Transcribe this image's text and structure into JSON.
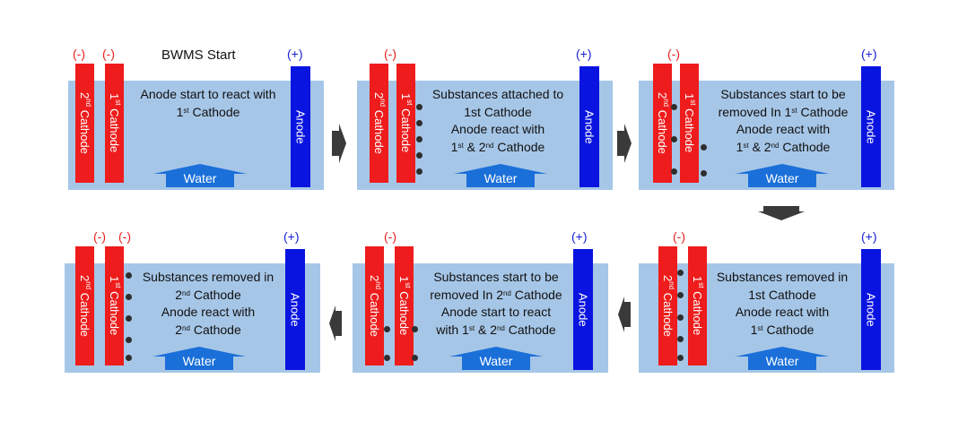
{
  "title": "BWMS Start",
  "signs": {
    "cathode": "(-)",
    "anode": "(+)"
  },
  "labels": {
    "cathode1": [
      "1",
      "st",
      " Cathode"
    ],
    "cathode2": [
      "2",
      "nd",
      " Cathode"
    ],
    "anode": "Anode",
    "water": "Water"
  },
  "panels": [
    {
      "lines": [
        [
          "Anode start to react with"
        ],
        [
          "1",
          "st",
          " Cathode"
        ]
      ]
    },
    {
      "lines": [
        [
          "Substances attached to"
        ],
        [
          "1st Cathode"
        ],
        [
          "Anode react with"
        ],
        [
          "1",
          "st",
          " & 2",
          "nd",
          " Cathode"
        ]
      ]
    },
    {
      "lines": [
        [
          "Substances start to be"
        ],
        [
          "removed In 1",
          "st",
          " Cathode"
        ],
        [
          "Anode react with"
        ],
        [
          "1",
          "st",
          " & 2",
          "nd",
          " Cathode"
        ]
      ]
    },
    {
      "lines": [
        [
          "Substances removed in"
        ],
        [
          "1st Cathode"
        ],
        [
          "Anode react with"
        ],
        [
          "1",
          "st",
          " Cathode"
        ]
      ]
    },
    {
      "lines": [
        [
          "Substances start to be"
        ],
        [
          "removed In 2",
          "nd",
          " Cathode"
        ],
        [
          "Anode start to react"
        ],
        [
          "with 1",
          "st",
          " & 2",
          "nd",
          " Cathode"
        ]
      ]
    },
    {
      "lines": [
        [
          "Substances removed in"
        ],
        [
          "2",
          "nd",
          " Cathode"
        ],
        [
          "Anode react with"
        ],
        [
          "2",
          "nd",
          " Cathode"
        ]
      ]
    }
  ],
  "colors": {
    "tank": "#a6c6e7",
    "cathode": "#ee1c1c",
    "anode": "#0a14e0",
    "water_arrow": "#1a6fd9",
    "flow_arrow": "#3a3a3a"
  }
}
